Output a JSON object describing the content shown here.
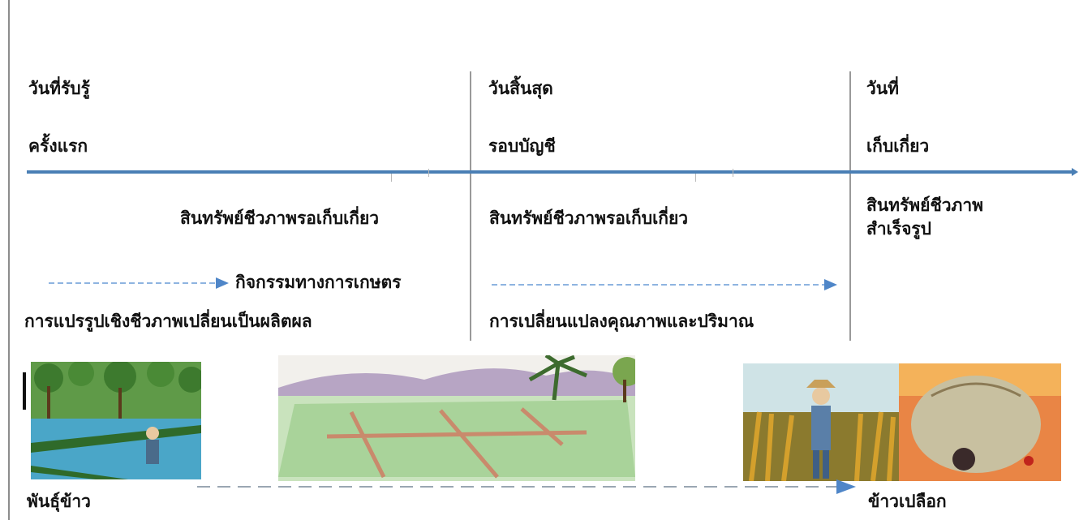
{
  "timeline": {
    "columns": [
      {
        "date_line1": "วันที่รับรู้",
        "date_line2": "ครั้งแรก"
      },
      {
        "date_line1": "วันสิ้นสุด",
        "date_line2": "รอบบัญชี"
      },
      {
        "date_line1": "วันที่",
        "date_line2": "เก็บเกี่ยว"
      }
    ],
    "assets": {
      "left": "สินทรัพย์ชีวภาพรอเก็บเกี่ยว",
      "middle": "สินทรัพย์ชีวภาพรอเก็บเกี่ยว",
      "right_line1": "สินทรัพย์ชีวภาพ",
      "right_line2": "สำเร็จรูป"
    },
    "activity": "กิจกรรมทางการเกษตร",
    "process_left": "การแปรรูปเชิงชีวภาพเปลี่ยนเป็นผลิตผล",
    "process_middle": "การเปลี่ยนแปลงคุณภาพและปริมาณ",
    "axis_color": "#4a7fb5",
    "arrow_color": "#5b8fd0"
  },
  "illustration": {
    "start_label": "พันธุ์ข้าว",
    "end_label": "ข้าวเปลือก"
  }
}
